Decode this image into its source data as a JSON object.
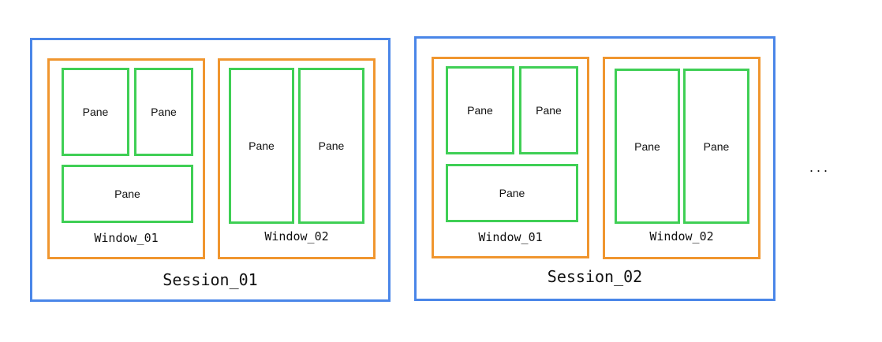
{
  "diagram": {
    "sessions": [
      {
        "label": "Session_01",
        "windows": [
          {
            "label": "Window_01",
            "panes": [
              "Pane",
              "Pane",
              "Pane"
            ]
          },
          {
            "label": "Window_02",
            "panes": [
              "Pane",
              "Pane"
            ]
          }
        ]
      },
      {
        "label": "Session_02",
        "windows": [
          {
            "label": "Window_01",
            "panes": [
              "Pane",
              "Pane",
              "Pane"
            ]
          },
          {
            "label": "Window_02",
            "panes": [
              "Pane",
              "Pane"
            ]
          }
        ]
      }
    ],
    "ellipsis": "...",
    "colors": {
      "session_border": "#4a86e8",
      "window_border": "#f0962f",
      "pane_border": "#3fcf55"
    }
  }
}
